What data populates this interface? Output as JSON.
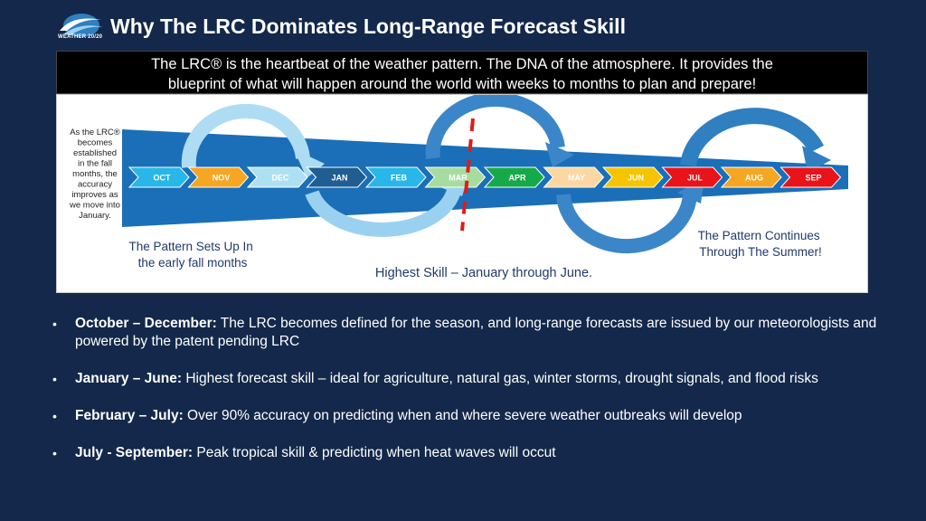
{
  "logo_text": "WEATHER 20/20",
  "title": "Why The LRC Dominates Long-Range Forecast Skill",
  "banner": {
    "line1": "The LRC® is the heartbeat of the weather pattern.  The DNA of the atmosphere. It provides the",
    "line2": "blueprint of what will happen around the world with weeks to months to plan and prepare!"
  },
  "diagram": {
    "left_note": [
      "As the LRC®",
      "becomes",
      "established",
      "in the fall",
      "months, the",
      "accuracy",
      "improves as",
      "we move into",
      "January."
    ],
    "months": [
      {
        "label": "OCT",
        "color": "#29b6e8"
      },
      {
        "label": "NOV",
        "color": "#f5a623"
      },
      {
        "label": "DEC",
        "color": "#aee0f4"
      },
      {
        "label": "JAN",
        "color": "#1f5d92"
      },
      {
        "label": "FEB",
        "color": "#29b6e8"
      },
      {
        "label": "MAR",
        "color": "#a7dca0"
      },
      {
        "label": "APR",
        "color": "#16a94a"
      },
      {
        "label": "MAY",
        "color": "#fdd7a2"
      },
      {
        "label": "JUN",
        "color": "#f6c400"
      },
      {
        "label": "JUL",
        "color": "#e8141a"
      },
      {
        "label": "AUG",
        "color": "#f5a623"
      },
      {
        "label": "SEP",
        "color": "#e8141a"
      }
    ],
    "caption_setup": [
      "The Pattern Sets Up In",
      "the early fall months"
    ],
    "caption_skill": "Highest Skill – January through June.",
    "caption_continues": [
      "The Pattern Continues",
      "Through The Summer!"
    ]
  },
  "bullets": [
    {
      "head": "October – December:",
      "text": "  The LRC becomes defined for the season, and long-range forecasts are issued by our meteorologists and powered by the patent pending LRC"
    },
    {
      "head": "January – June:",
      "text": "  Highest forecast skill – ideal for agriculture, natural gas, winter storms, drought signals, and flood risks"
    },
    {
      "head": "February – July:",
      "text": "  Over 90% accuracy on predicting when and where severe weather outbreaks will develop"
    },
    {
      "head": "July - September:",
      "text": " Peak tropical skill & predicting when heat waves will occut"
    }
  ]
}
